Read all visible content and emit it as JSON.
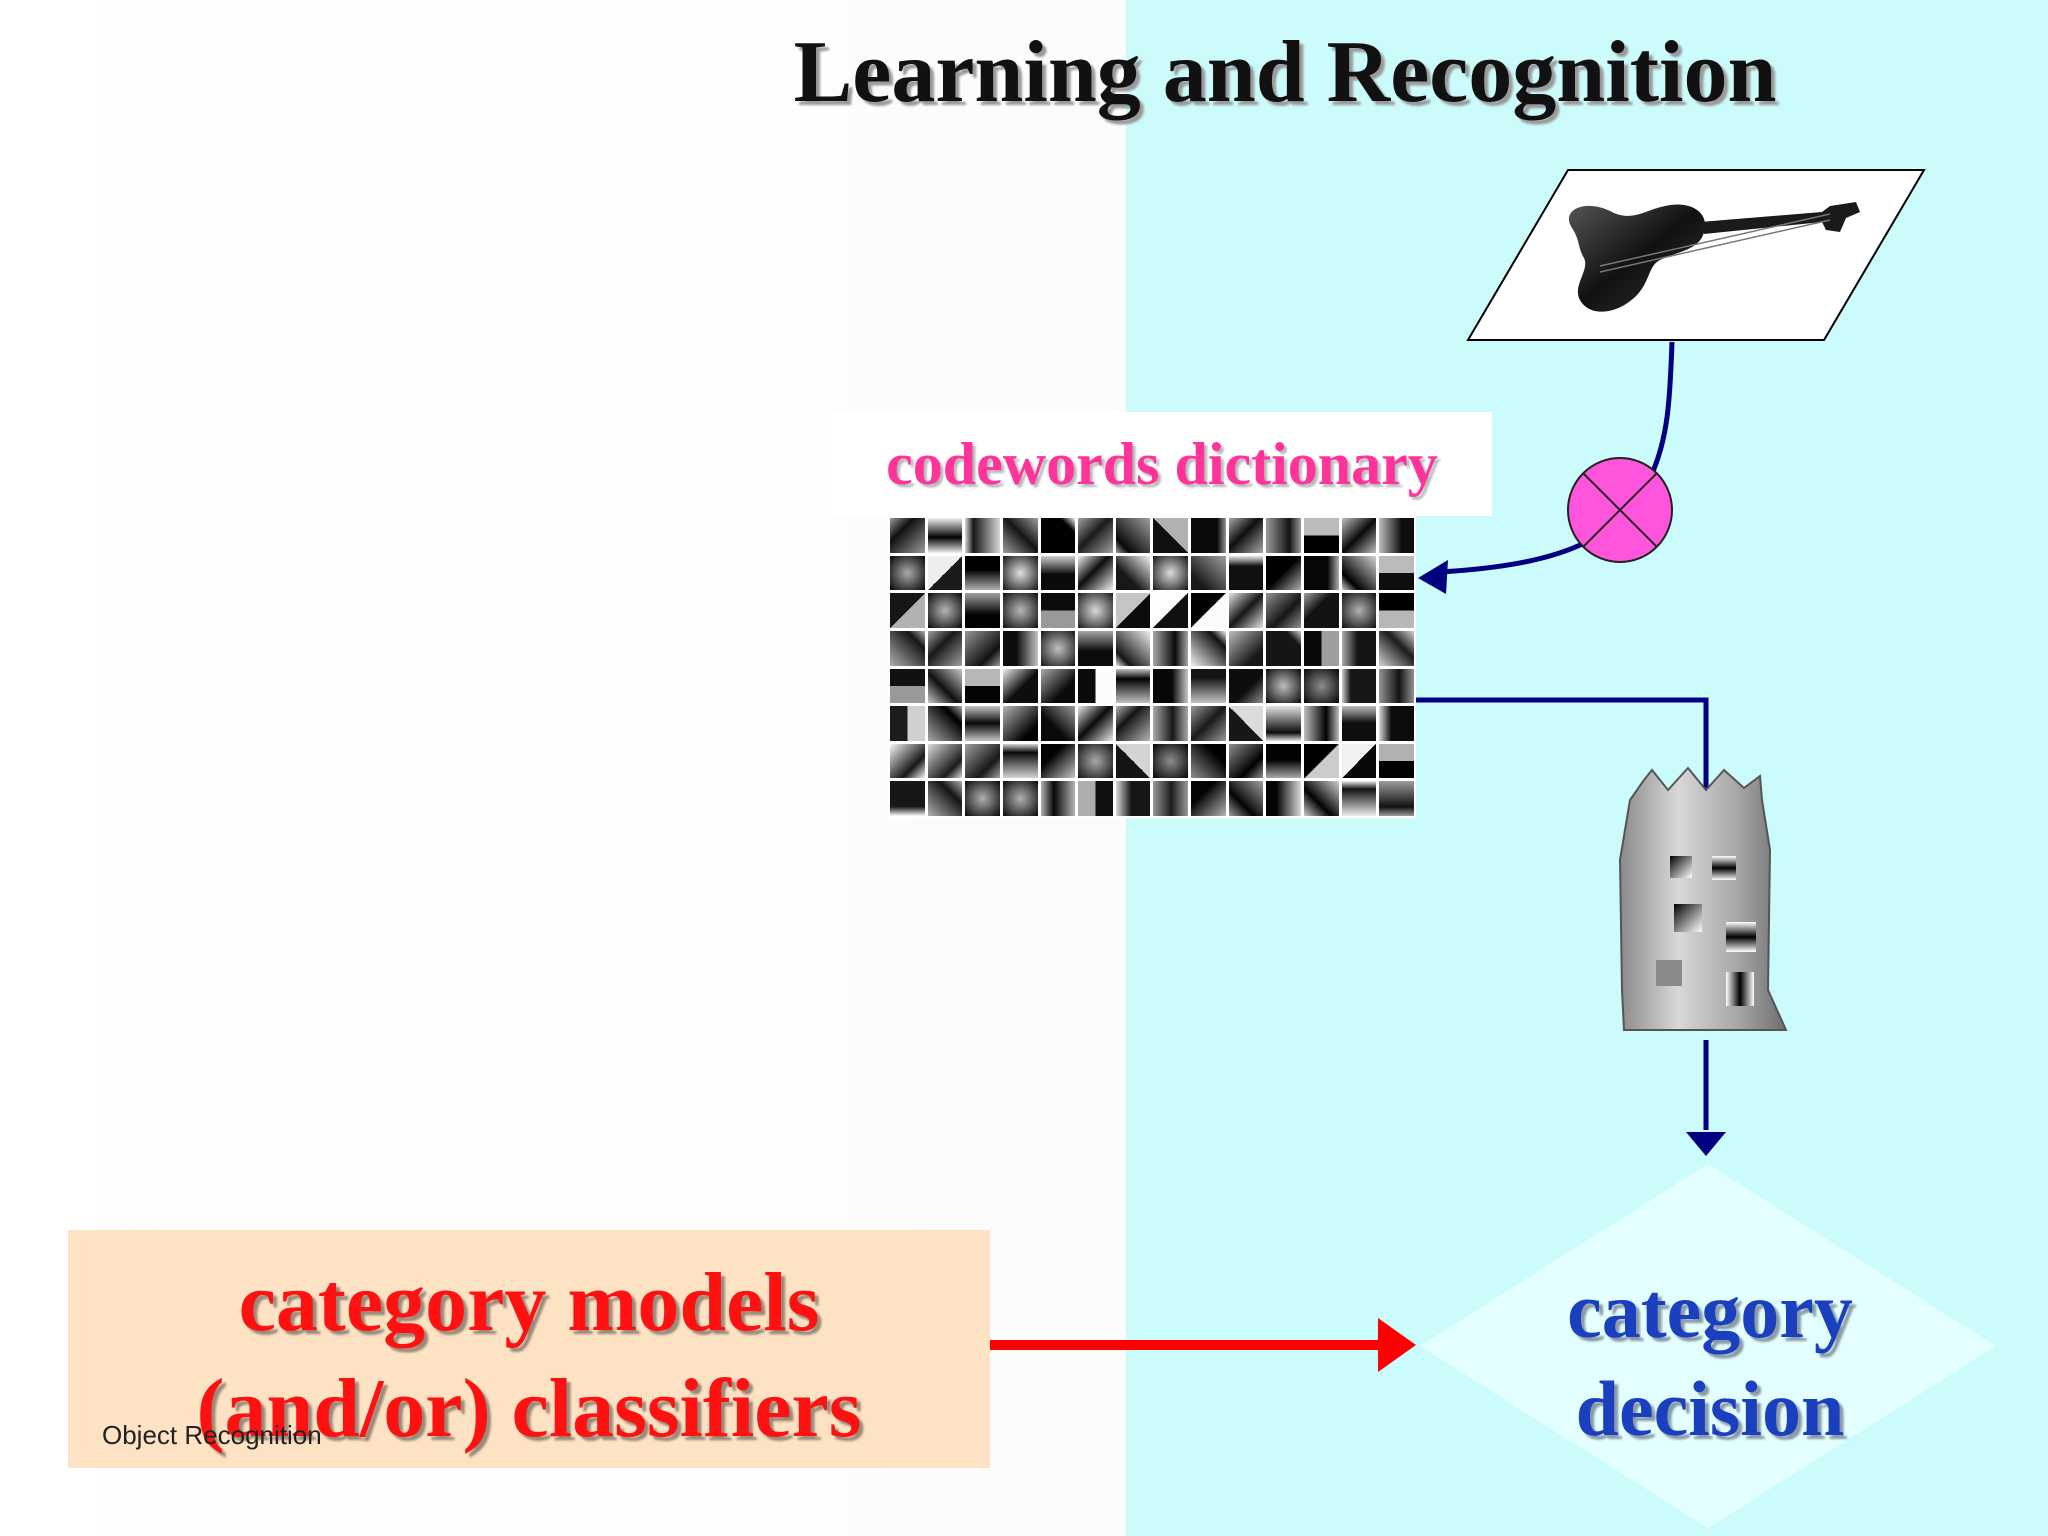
{
  "slide": {
    "title": "Learning and Recognition",
    "footer": "Object Recognition",
    "colors": {
      "left_background": "#ffffff",
      "right_background": "#ccfbfb",
      "title": "#111111",
      "dictionary_label": "#ff3399",
      "models_box": "#fde3c4",
      "models_text": "#ff1111",
      "decision_text": "#1a3fbf",
      "flow_arrow": "#000080",
      "models_arrow": "#ff0000",
      "operator_circle": "#ff55dd"
    }
  },
  "diagram": {
    "input_image_icon": "violin-icon",
    "codebook": {
      "label": "codewords dictionary",
      "grid_columns": 14,
      "grid_rows": 8
    },
    "operator_icon": "circled-x-icon",
    "bag_icon": "paper-bag-of-patches-icon",
    "models": {
      "line1": "category models",
      "line2": "(and/or) classifiers"
    },
    "decision": {
      "line1": "category",
      "line2": "decision"
    }
  }
}
